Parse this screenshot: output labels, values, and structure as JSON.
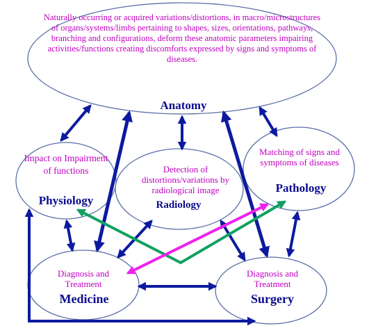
{
  "nodes": {
    "anatomy": {
      "desc": "Naturally occurring or acquired variations/distortions, in macro/microstructures of organs/systems/limbs pertaining to shapes, sizes, orientations, pathways, branching and configurations, deform these anatomic parameters impairing activities/functions creating discomforts expressed by signs and symptoms of diseases.",
      "title": "Anatomy"
    },
    "physiology": {
      "desc": "Impact on Impairment of functions",
      "title": "Physiology"
    },
    "radiology": {
      "desc": "Detection of distortions/variations by radiological image",
      "title": "Radiology"
    },
    "pathology": {
      "desc": "Matching of signs and symptoms of diseases",
      "title": "Pathology"
    },
    "medicine": {
      "desc": "Diagnosis and Treatment",
      "title": "Medicine"
    },
    "surgery": {
      "desc": "Diagnosis and Treatment",
      "title": "Surgery"
    }
  },
  "colors": {
    "ellipse_stroke": "#5b6ea8",
    "arrow_blue": "#0d1aa0",
    "arrow_magenta": "#ee22ee",
    "arrow_green": "#12a060",
    "desc_text": "#c000c0",
    "title_text": "#0a0a8c"
  }
}
